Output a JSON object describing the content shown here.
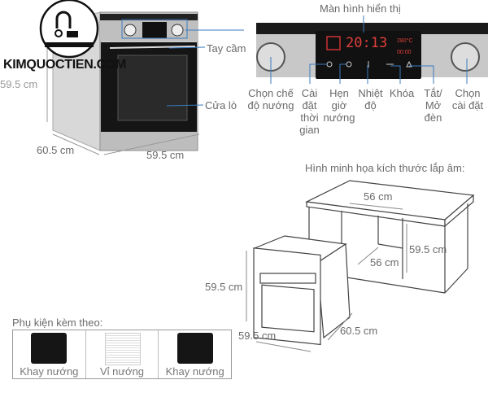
{
  "watermark": "KIMQUOCTIEN.COM",
  "oven_photo": {
    "height": "59.5 cm",
    "depth": "60.5 cm",
    "width": "59.5 cm",
    "handle_label": "Tay cầm",
    "door_label": "Cửa lò"
  },
  "control_panel": {
    "display_label": "Màn hình hiển thị",
    "display_time": "20:13",
    "labels": [
      "Chọn chế độ nướng",
      "Cài đặt thời gian",
      "Hẹn giờ nướng",
      "Nhiệt độ",
      "Khóa",
      "Tắt/ Mở đèn",
      "Chọn cài đặt"
    ]
  },
  "install": {
    "title": "Hình minh họa kích thước lắp âm:",
    "cabinet_width": "56 cm",
    "cabinet_depth": "56 cm",
    "cabinet_height": "59.5 cm",
    "oven_height": "59.5 cm",
    "oven_width": "59.5 cm",
    "oven_depth": "60.5 cm"
  },
  "accessories": {
    "title": "Phụ kiện kèm theo:",
    "items": [
      "Khay nướng",
      "Vỉ nướng",
      "Khay nướng"
    ]
  },
  "colors": {
    "callout_line": "#3a7bbf",
    "display_red": "#e0403a"
  }
}
